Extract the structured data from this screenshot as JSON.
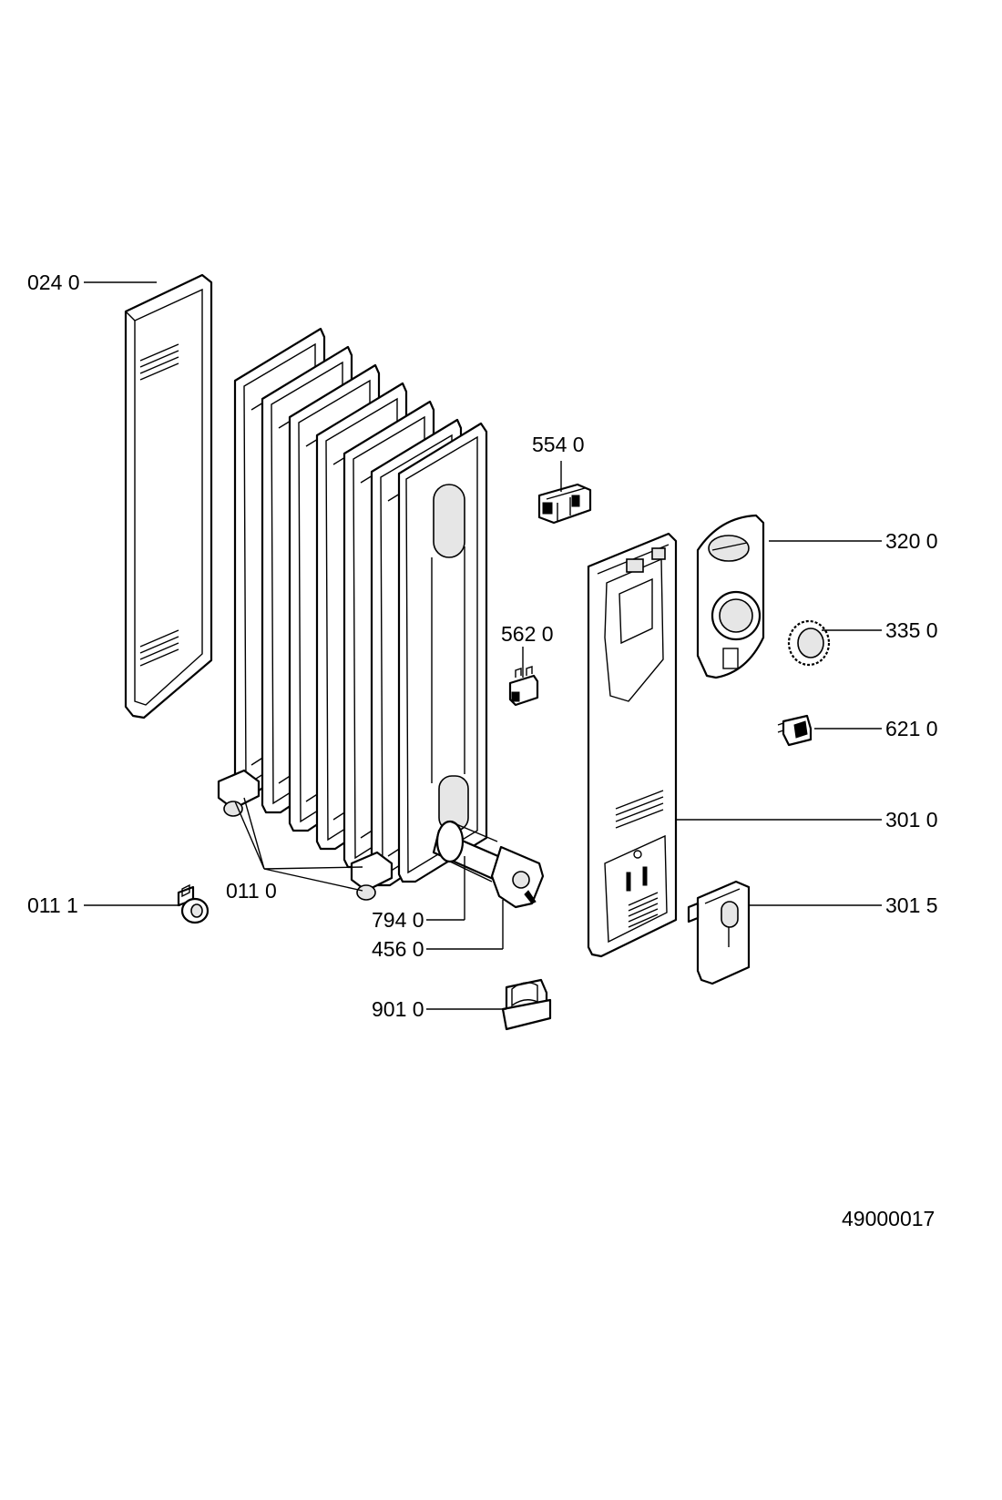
{
  "labels": {
    "p0240": "024 0",
    "p5540": "554 0",
    "p3200": "320 0",
    "p3350": "335 0",
    "p5620": "562 0",
    "p6210": "621 0",
    "p3010": "301 0",
    "p3015": "301 5",
    "p0110": "011 0",
    "p0111": "011 1",
    "p7940": "794 0",
    "p4560": "456 0",
    "p9010": "901 0"
  },
  "drawing_number": "49000017"
}
